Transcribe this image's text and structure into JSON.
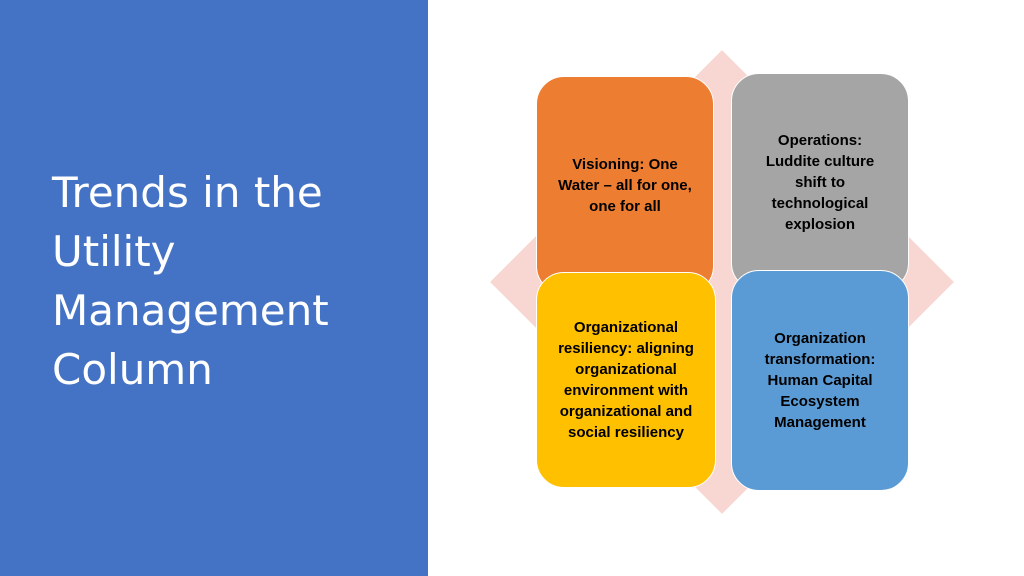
{
  "slide": {
    "title": "Trends in the\nUtility\nManagement\nColumn"
  },
  "diagram": {
    "boxes": [
      {
        "text": "Visioning:  One Water – all for one, one for all",
        "color": "#ed7d31"
      },
      {
        "text": "Operations: Luddite culture shift to technological explosion",
        "color": "#a5a5a5"
      },
      {
        "text": "Organizational resiliency: aligning organizational environment with organizational and social resiliency",
        "color": "#ffc000"
      },
      {
        "text": "Organization transformation: Human Capital Ecosystem Management",
        "color": "#5b9bd5"
      }
    ],
    "background_shape_color": "#f8d7d2"
  },
  "theme": {
    "left_panel_color": "#4472c4"
  }
}
